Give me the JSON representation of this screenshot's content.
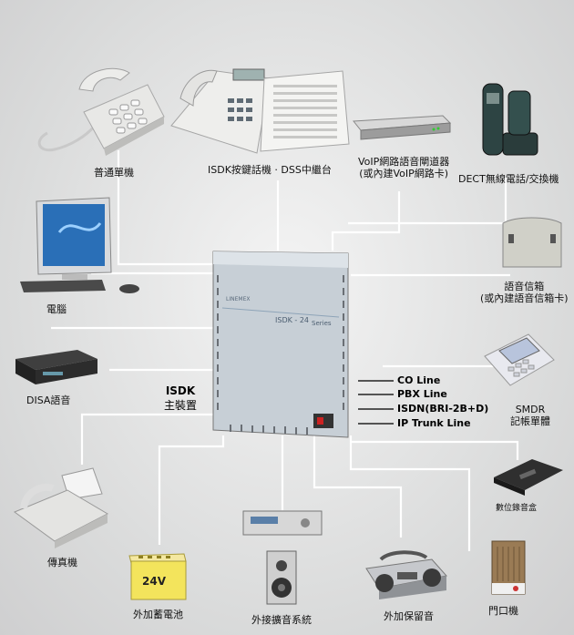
{
  "devices": {
    "phone": "普通單機",
    "isdk_phone": "ISDK按鍵話機 · DSS中繼台",
    "voip": [
      "VoIP網路語音閘道器",
      "(或內建VoIP網路卡)"
    ],
    "dect": "DECT無線電話/交換機",
    "computer": "電腦",
    "voicemail": [
      "語音信箱",
      "(或內建語音信箱卡)"
    ],
    "disa": "DISA語音",
    "smdr": [
      "SMDR",
      "記帳單體"
    ],
    "recorder": "數位錄音盒",
    "fax": "傳真機",
    "battery": "外加蓄電池",
    "battery_mark": "24V",
    "amp": "外接擴音系統",
    "moh": "外加保留音",
    "door": "門口機"
  },
  "main_unit": {
    "label": [
      "ISDK",
      "主裝置"
    ],
    "brand": "LINEMEX",
    "model": "ISDK - 24",
    "series": "Series"
  },
  "lines": [
    "CO Line",
    "PBX Line",
    "ISDN(BRI-2B+D)",
    "IP Trunk Line"
  ]
}
